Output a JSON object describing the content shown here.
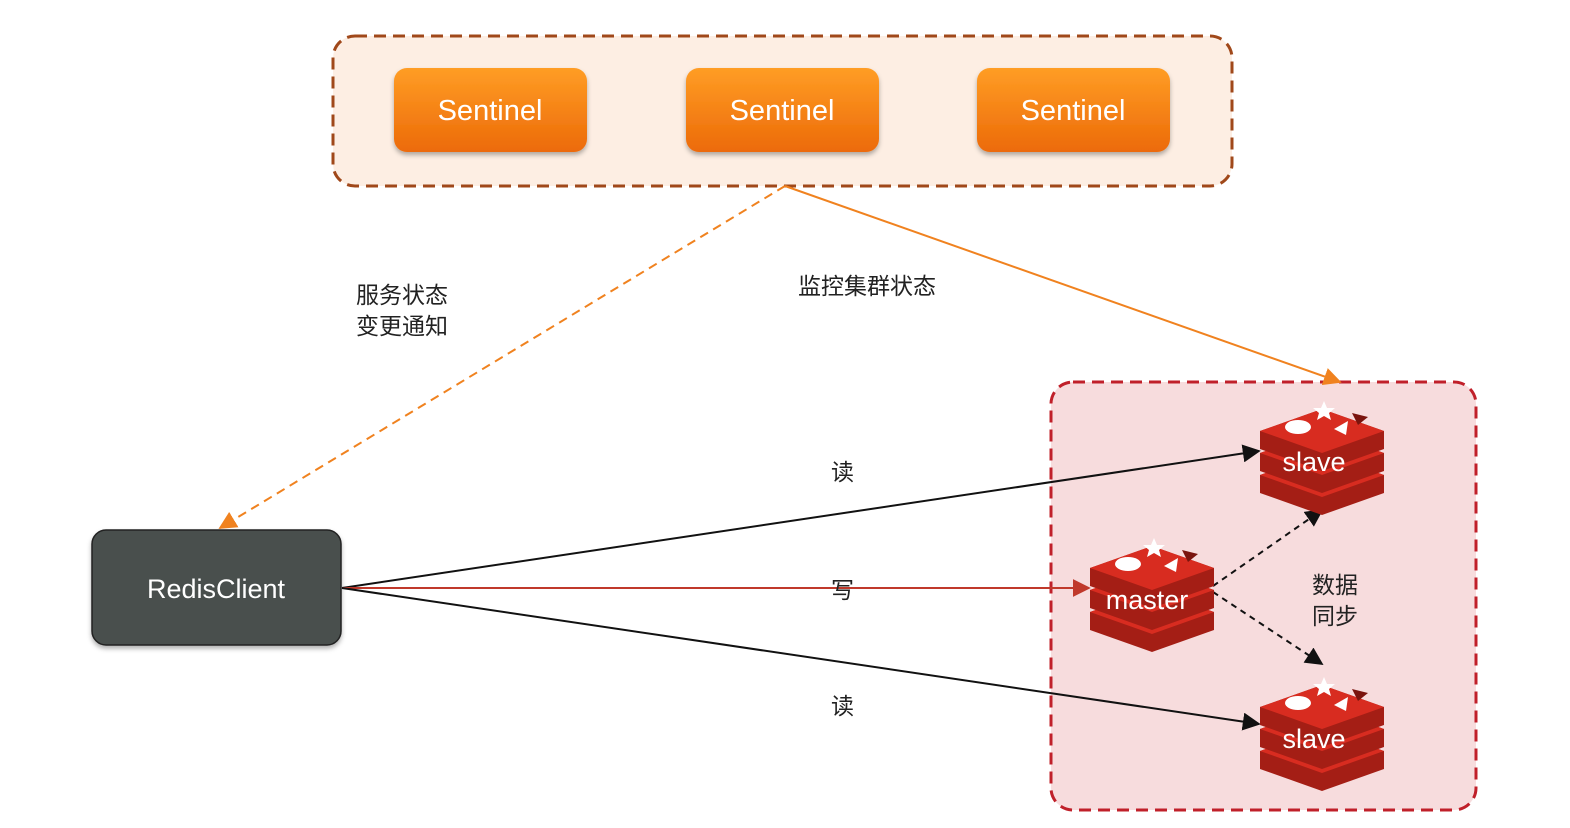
{
  "sentinels": [
    {
      "label": "Sentinel"
    },
    {
      "label": "Sentinel"
    },
    {
      "label": "Sentinel"
    }
  ],
  "client": {
    "label": "RedisClient"
  },
  "nodes": {
    "slave_top": "slave",
    "master": "master",
    "slave_bottom": "slave"
  },
  "edge_labels": {
    "notify_line1": "服务状态",
    "notify_line2": "变更通知",
    "monitor": "监控集群状态",
    "read_top": "读",
    "write": "写",
    "read_bottom": "读",
    "sync_line1": "数据",
    "sync_line2": "同步"
  },
  "colors": {
    "sentinel_group_bg": "#fdeee3",
    "sentinel_group_border": "#a0481a",
    "sentinel_top": "#ff9a20",
    "sentinel_bottom": "#ee6f0a",
    "cluster_bg": "#f7dcdd",
    "cluster_border": "#c0202a",
    "client_bg": "#4a4f4d",
    "redis_red": "#d82c20",
    "redis_dark": "#a41e15",
    "monitor_arrow": "#f0821f",
    "write_arrow": "#c0392b",
    "read_arrow": "#111111"
  },
  "icons": {
    "redis": "redis-stack-icon"
  }
}
